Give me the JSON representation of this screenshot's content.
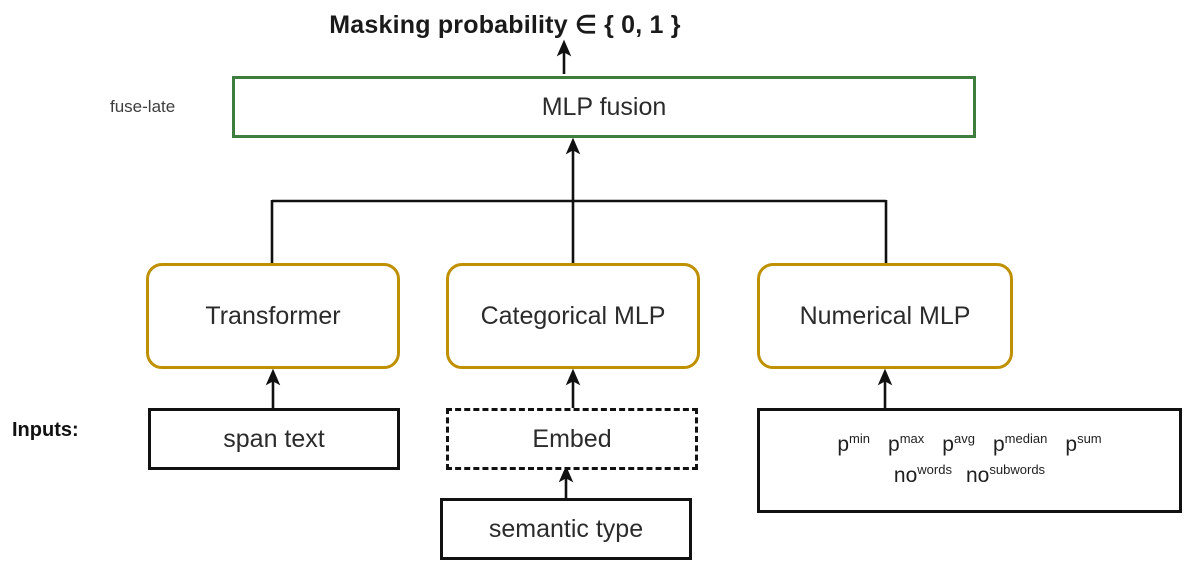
{
  "diagram": {
    "title": "Masking probability ∈ { 0, 1 }",
    "fuse_label": "fuse-late",
    "inputs_label": "Inputs:",
    "colors": {
      "fusion_border": "#3f7d3f",
      "module_border": "#bf9000",
      "input_border": "#111111",
      "arrow": "#111111",
      "background": "#ffffff",
      "text": "#262626"
    },
    "fusion": {
      "label": "MLP fusion"
    },
    "modules": [
      {
        "name": "transformer",
        "label": "Transformer"
      },
      {
        "name": "categorical-mlp",
        "label": "Categorical MLP"
      },
      {
        "name": "numerical-mlp",
        "label": "Numerical MLP"
      }
    ],
    "inputs": {
      "span_text": {
        "label": "span text",
        "border": "solid"
      },
      "embed": {
        "label": "Embed",
        "border": "dashed"
      },
      "semantic_type": {
        "label": "semantic type",
        "border": "solid"
      },
      "numeric_features": {
        "row1": [
          {
            "base": "p",
            "sup": "min"
          },
          {
            "base": "p",
            "sup": "max"
          },
          {
            "base": "p",
            "sup": "avg"
          },
          {
            "base": "p",
            "sup": "median"
          },
          {
            "base": "p",
            "sup": "sum"
          }
        ],
        "row2": [
          {
            "base": "no",
            "sup": "words"
          },
          {
            "base": "no",
            "sup": "subwords"
          }
        ]
      }
    }
  }
}
